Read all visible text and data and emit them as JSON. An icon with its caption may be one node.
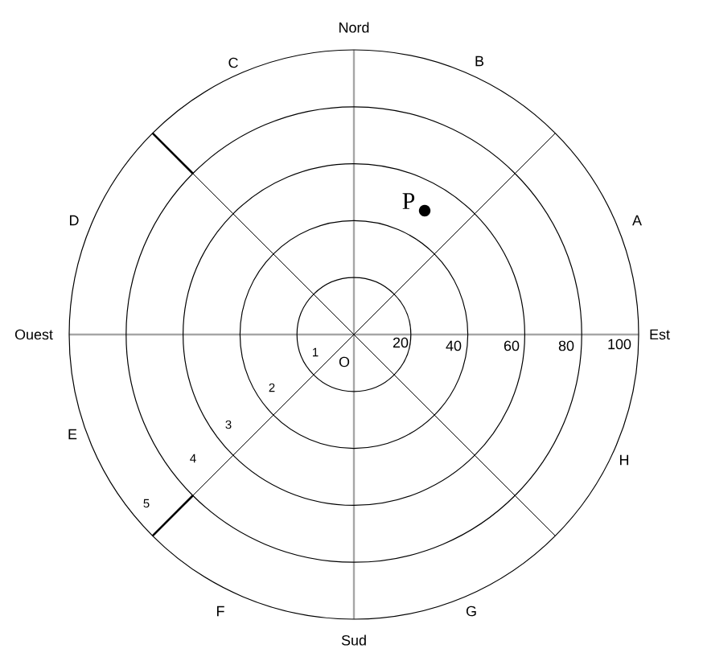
{
  "diagram": {
    "labels": [
      "Nord",
      "C",
      "B",
      "P",
      "D",
      "A",
      "Ouest",
      "Est",
      "1",
      "20",
      "40",
      "60",
      "80",
      "100",
      "O",
      "2",
      "3",
      "E",
      "4",
      "H",
      "5",
      "F",
      "G",
      "Sud"
    ]
  }
}
